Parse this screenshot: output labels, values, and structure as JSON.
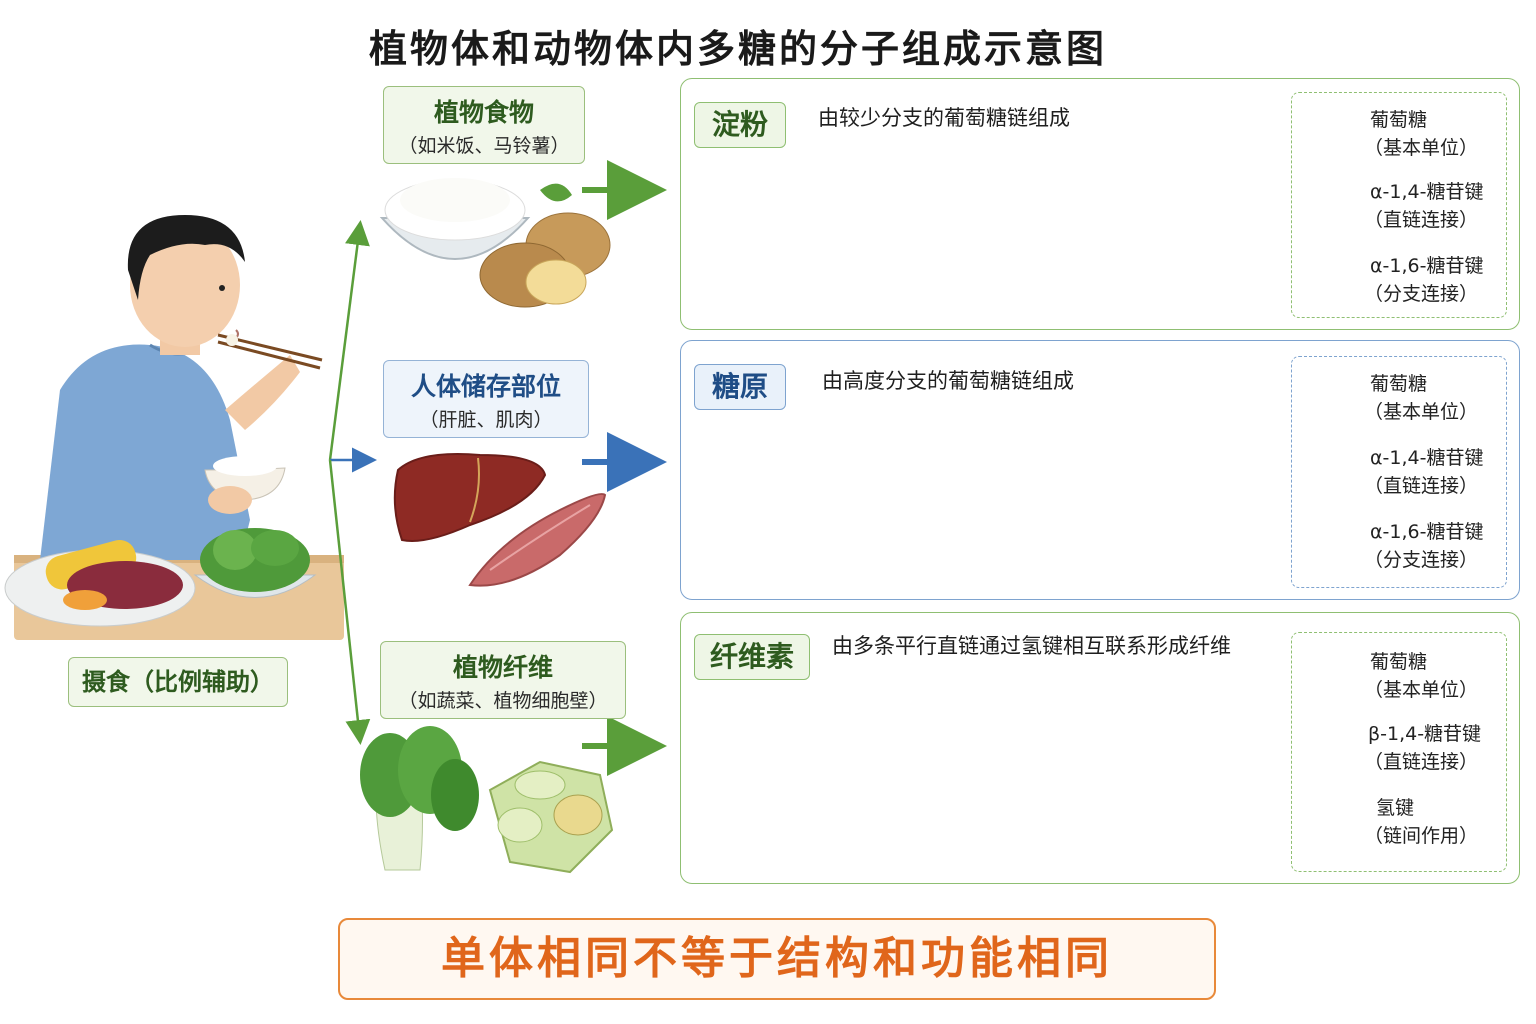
{
  "title": "植物体和动物体内多糖的分子组成示意图",
  "intake_label": "摄食（比例辅助）",
  "sources": [
    {
      "title": "植物食物",
      "subtitle": "（如米饭、马铃薯）"
    },
    {
      "title": "人体储存部位",
      "subtitle": "（肝脏、肌肉）"
    },
    {
      "title": "植物纤维",
      "subtitle": "（如蔬菜、植物细胞壁）"
    }
  ],
  "panels": [
    {
      "tag": "淀粉",
      "description": "由较少分支的葡萄糖链组成",
      "legend": {
        "unit": "葡萄糖",
        "unit_sub": "（基本单位）",
        "bond1": "α-1,4-糖苷键",
        "bond1_sub": "（直链连接）",
        "bond2": "α-1,6-糖苷键",
        "bond2_sub": "（分支连接）"
      }
    },
    {
      "tag": "糖原",
      "description": "由高度分支的葡萄糖链组成",
      "legend": {
        "unit": "葡萄糖",
        "unit_sub": "（基本单位）",
        "bond1": "α-1,4-糖苷键",
        "bond1_sub": "（直链连接）",
        "bond2": "α-1,6-糖苷键",
        "bond2_sub": "（分支连接）"
      }
    },
    {
      "tag": "纤维素",
      "description": "由多条平行直链通过氢键相互联系形成纤维",
      "legend": {
        "unit": "葡萄糖",
        "unit_sub": "（基本单位）",
        "bond1": "β-1,4-糖苷键",
        "bond1_sub": "（直链连接）",
        "bond2": "氢键",
        "bond2_sub": "（链间作用）"
      }
    }
  ],
  "conclusion": "单体相同不等于结构和功能相同",
  "colors": {
    "green_accent": "#5a9e3a",
    "blue_accent": "#3a72b8",
    "glucose_fill": "#9fd27e",
    "glucose_stroke": "#4f8f35",
    "conclusion_text": "#e0661b",
    "conclusion_border": "#e8893a",
    "hbond": "#3a72b8"
  },
  "icons": [
    "person-eating-icon",
    "rice-bowl-icon",
    "potato-icon",
    "liver-icon",
    "muscle-icon",
    "bok-choy-icon",
    "plant-cell-wall-icon",
    "hexagon-glucose-icon",
    "straight-bond-icon",
    "branch-bond-icon",
    "dashed-hbond-icon"
  ]
}
